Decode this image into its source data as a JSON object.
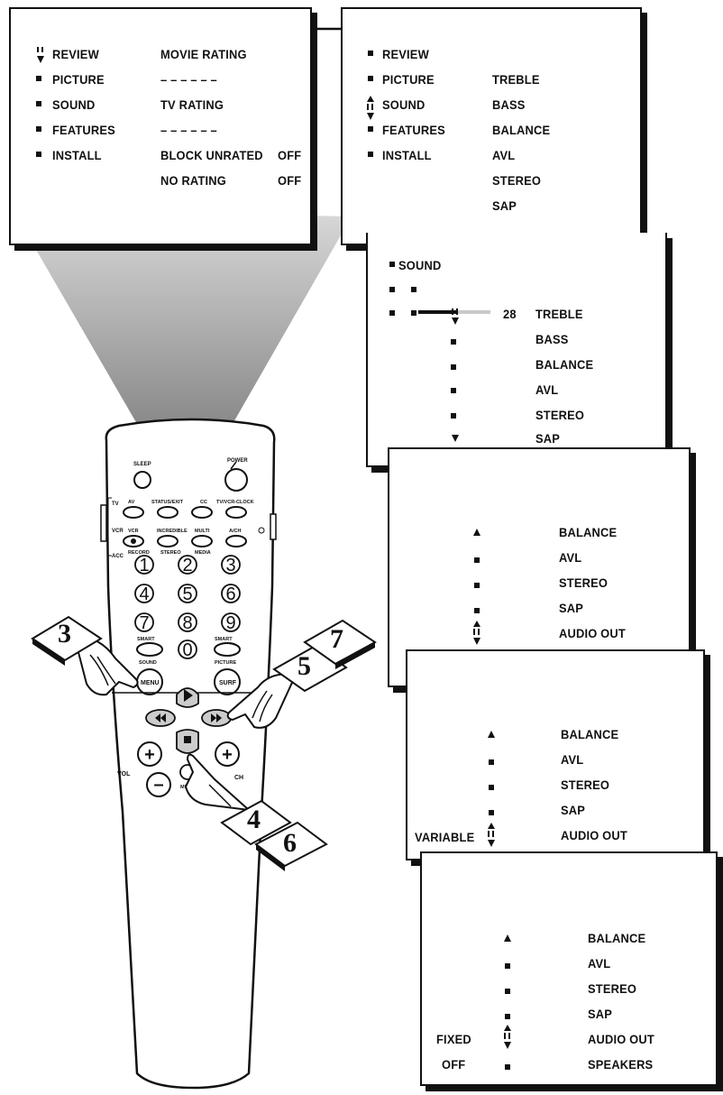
{
  "panel_main": {
    "items": [
      "REVIEW",
      "PICTURE",
      "SOUND",
      "FEATURES",
      "INSTALL"
    ],
    "movie_rating": "MOVIE RATING",
    "dashes1": "– – – – – –",
    "tv_rating": "TV RATING",
    "dashes2": "– – – – – –",
    "block_unrated": "BLOCK UNRATED",
    "block_unrated_val": "OFF",
    "no_rating": "NO RATING",
    "no_rating_val": "OFF"
  },
  "panel_menu": {
    "items": [
      "REVIEW",
      "PICTURE",
      "SOUND",
      "FEATURES",
      "INSTALL"
    ],
    "sub": [
      "TREBLE",
      "BASS",
      "BALANCE",
      "AVL",
      "STEREO",
      "SAP"
    ]
  },
  "panel_sound": {
    "title": "SOUND",
    "level_value": "28",
    "level_fraction": 0.55,
    "items": [
      "TREBLE",
      "BASS",
      "BALANCE",
      "AVL",
      "STEREO",
      "SAP"
    ]
  },
  "panel_audio1": {
    "items": [
      "BALANCE",
      "AVL",
      "STEREO",
      "SAP",
      "AUDIO OUT"
    ]
  },
  "panel_audio2": {
    "items": [
      "BALANCE",
      "AVL",
      "STEREO",
      "SAP",
      "AUDIO OUT"
    ],
    "value": "VARIABLE"
  },
  "panel_audio3": {
    "items": [
      "BALANCE",
      "AVL",
      "STEREO",
      "SAP",
      "AUDIO OUT",
      "SPEAKERS"
    ],
    "value1": "FIXED",
    "value2": "OFF"
  },
  "remote": {
    "buttons": {
      "sleep": "SLEEP",
      "power": "POWER",
      "tv": "TV",
      "vcr_side": "VCR",
      "acc": "ACC",
      "av": "AV",
      "status_exit": "STATUS/EXIT",
      "cc": "CC",
      "tv_vcr_clock": "TV/VCR-CLOCK",
      "vcr": "VCR",
      "incredible": "INCREDIBLE",
      "multi": "MULTI",
      "ach": "A/CH",
      "record": "RECORD",
      "stereo": "STEREO",
      "media": "MEDIA",
      "smart_left": "SMART",
      "sound": "SOUND",
      "smart_right": "SMART",
      "picture": "PICTURE",
      "menu": "MENU",
      "surf": "SURF",
      "vol": "VOL",
      "ch": "CH",
      "mute": "MUTE"
    },
    "digits": [
      "1",
      "2",
      "3",
      "4",
      "5",
      "6",
      "7",
      "8",
      "9",
      "0"
    ]
  },
  "steps": [
    "3",
    "5",
    "7",
    "4",
    "6"
  ]
}
